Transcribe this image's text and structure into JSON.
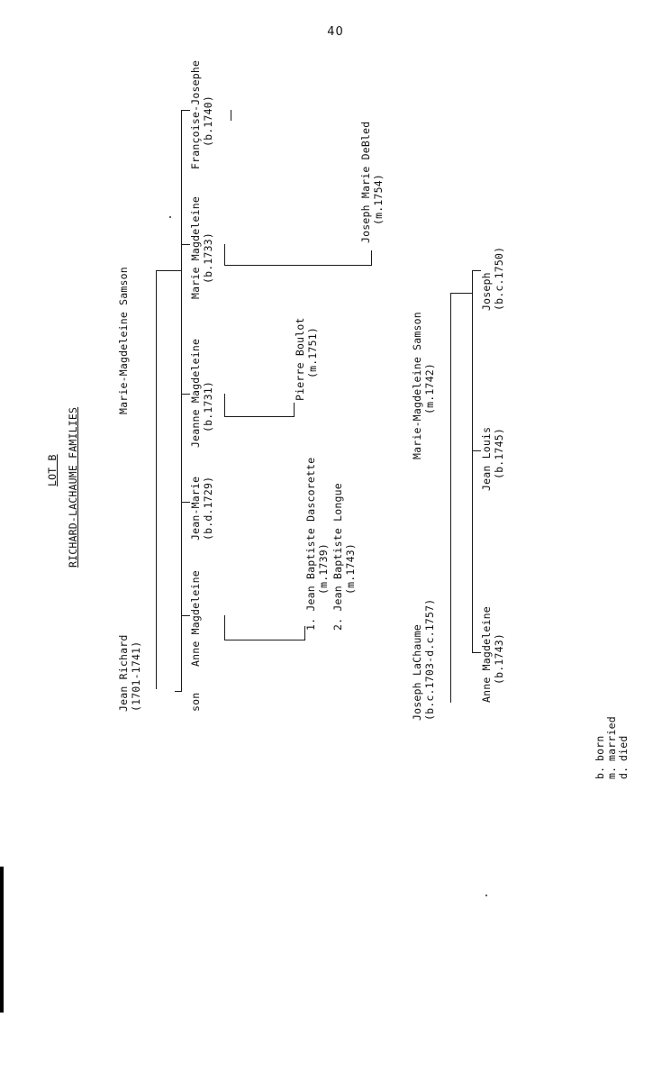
{
  "page": {
    "number": "40",
    "title_small": "LOT B",
    "title_main": "RICHARD-LACHAUME FAMILIES"
  },
  "family_richard": {
    "father": {
      "name": "Jean Richard",
      "dates": "(1701-1741)"
    },
    "mother": {
      "name": "Marie-Magdeleine Samson",
      "dates": ""
    },
    "children": [
      {
        "label": "son",
        "name": "son",
        "dates": ""
      },
      {
        "name": "Anne Magdeleine",
        "dates": ""
      },
      {
        "name": "Jean-Marie",
        "dates": "(b.d.1729)"
      },
      {
        "name": "Jeanne Magdeleine",
        "dates": "(b.1731)"
      },
      {
        "name": "Marie Magdeleine",
        "dates": "(b.1733)"
      },
      {
        "name": "Françoise-Josephe",
        "dates": "(b.1740)"
      }
    ],
    "spouses": [
      {
        "name": "1. Jean Baptiste Dascorette",
        "dates": "(m.1739)"
      },
      {
        "name": "2. Jean Baptiste Longue",
        "dates": "(m.1743)"
      },
      {
        "name": "Pierre Boulot",
        "dates": "(m.1751)"
      },
      {
        "name": "Joseph Marie DeBled",
        "dates": "(m.1754)"
      }
    ]
  },
  "family_lachaume": {
    "father": {
      "name": "Joseph LaChaume",
      "dates": "(b.c.1703-d.c.1757)"
    },
    "mother": {
      "name": "Marie-Magdeleine Samson",
      "dates": "(m.1742)"
    },
    "children": [
      {
        "name": "Anne Magdeleine",
        "dates": "(b.1743)"
      },
      {
        "name": "Jean Louis",
        "dates": "(b.1745)"
      },
      {
        "name": "Joseph",
        "dates": "(b.c.1750)"
      }
    ]
  },
  "legend": [
    {
      "abbr": "b.",
      "meaning": "born"
    },
    {
      "abbr": "m.",
      "meaning": "married"
    },
    {
      "abbr": "d.",
      "meaning": "died"
    }
  ]
}
